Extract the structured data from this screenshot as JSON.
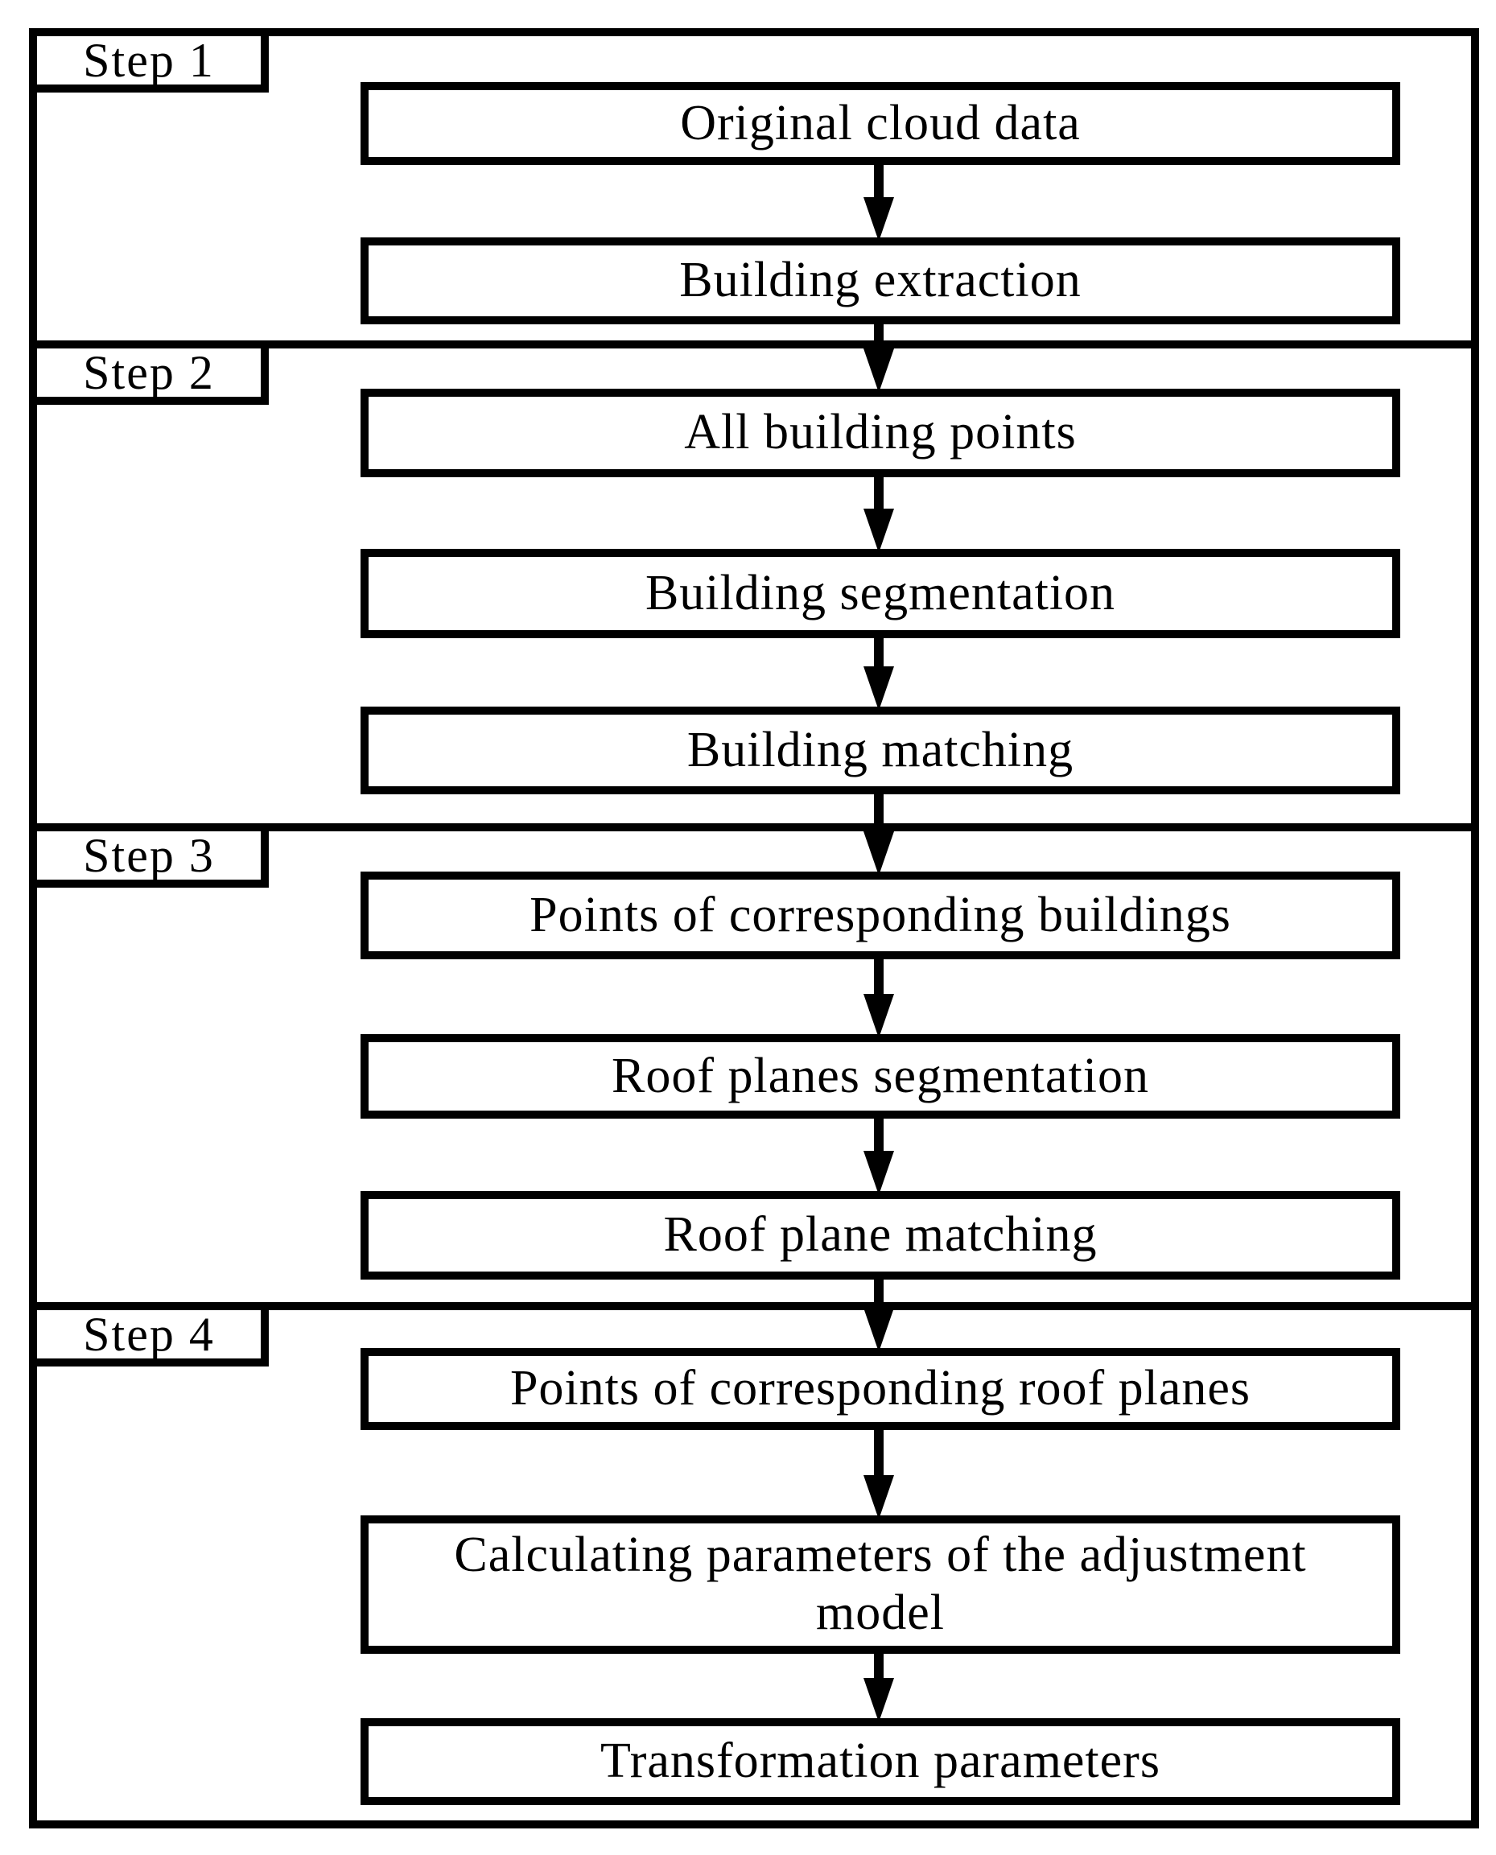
{
  "figure": {
    "type": "flowchart",
    "colors": {
      "line": "#000000",
      "background": "#ffffff",
      "text": "#000000"
    }
  },
  "steps": [
    {
      "label": "Step 1",
      "boxes": [
        "Original cloud data",
        "Building extraction"
      ]
    },
    {
      "label": "Step 2",
      "boxes": [
        "All building points",
        "Building segmentation",
        "Building matching"
      ]
    },
    {
      "label": "Step 3",
      "boxes": [
        "Points of corresponding buildings",
        "Roof planes segmentation",
        "Roof plane matching"
      ]
    },
    {
      "label": "Step 4",
      "boxes": [
        "Points of corresponding roof planes",
        "Calculating parameters of the adjustment model",
        "Transformation parameters"
      ]
    }
  ]
}
